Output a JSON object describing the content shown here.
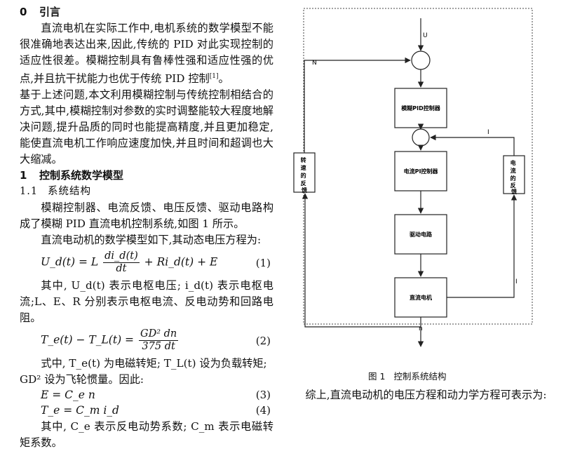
{
  "section0": {
    "num": "0",
    "title": "引言"
  },
  "intro_para_1": "直流电机在实际工作中,电机系统的数学模型不能很准确地表达出来,因此,传统的 PID 对此实现控制的适应性很差。模糊控制具有鲁棒性强和适应性强的优点,并且抗干扰能力也优于传统 PID 控制",
  "intro_cite": "[1]",
  "intro_para_1_end": "。",
  "intro_para_2": "基于上述问题,本文利用模糊控制与传统控制相结合的方式,其中,模糊控制对参数的实时调整能较大程度地解决问题,提升品质的同时也能提高精度,并且更加稳定,能使直流电机工作响应速度加快,并且时间和超调也大大缩减。",
  "section1": {
    "num": "1",
    "title": "控制系统数学模型"
  },
  "section1_1": {
    "num": "1.1",
    "title": "系统结构"
  },
  "struct_para": "模糊控制器、电流反馈、电压反馈、驱动电路构成了模糊 PID 直流电机控制系统,如图 1 所示。",
  "model_para": "直流电动机的数学模型如下,其动态电压方程为:",
  "eq1": {
    "lhs": "U_d(t) = L",
    "num": "di_d(t)",
    "den": "dt",
    "rhs": "+ Ri_d(t) + E",
    "no": "(1)"
  },
  "eq1_para": "其中, U_d(t) 表示电枢电压; i_d(t) 表示电枢电流;L、E、R 分别表示电枢电流、反电动势和回路电阻。",
  "eq2": {
    "lhs": "T_e(t) − T_L(t) =",
    "num": "GD² dn",
    "den": "375 dt",
    "no": "(2)"
  },
  "eq2_para_1": "式中, T_e(t) 为电磁转矩; T_L(t) 设为负载转矩;",
  "eq2_para_2": "GD² 设为飞轮惯量。因此:",
  "eq3": {
    "text": "E = C_e n",
    "no": "(3)"
  },
  "eq4": {
    "text": "T_e = C_m i_d",
    "no": "(4)"
  },
  "eq4_para": "其中, C_e 表示反电动势系数; C_m 表示电磁转矩系数。",
  "diagram": {
    "input_label": "U",
    "block_fuzzy": "模糊PID控制器",
    "block_current_pi": "电流PI控制器",
    "block_drive": "驱动电路",
    "block_motor": "直流电机",
    "output_label": "n",
    "feedback_speed_label": "N",
    "feedback_current_label": "I",
    "feedback_motor_label": "I",
    "speed_fb_box": [
      "转",
      "速",
      "的",
      "反",
      "馈"
    ],
    "current_fb_box": [
      "电",
      "流",
      "的",
      "反",
      "馈"
    ]
  },
  "figure_caption": {
    "num": "图 1",
    "text": "控制系统结构"
  },
  "right_para": "综上,直流电动机的电压方程和动力学方程可表示为:"
}
